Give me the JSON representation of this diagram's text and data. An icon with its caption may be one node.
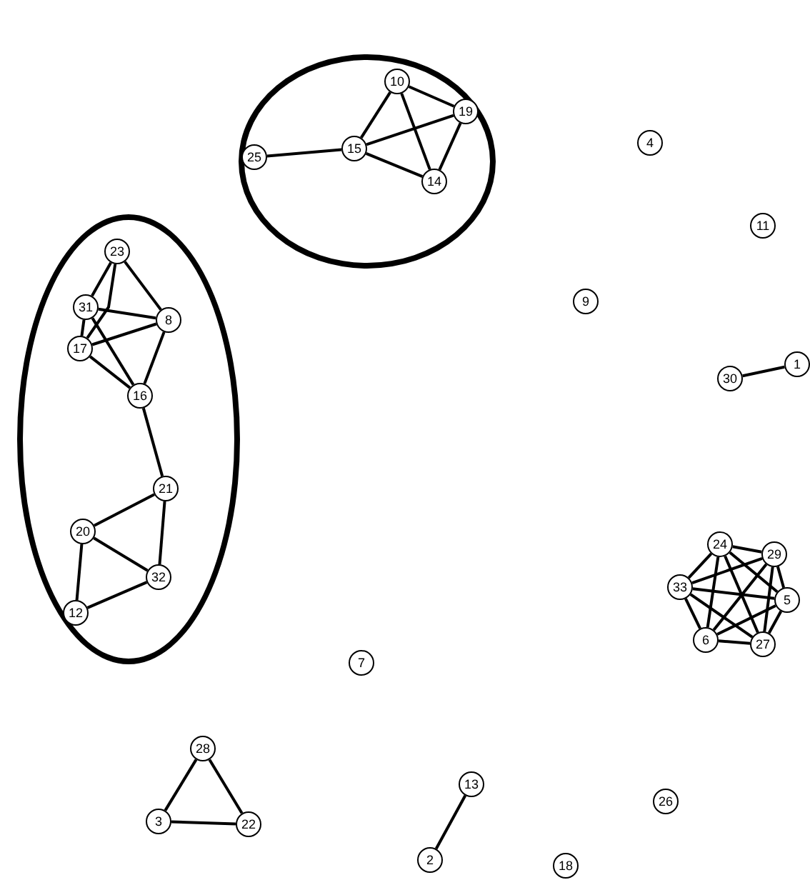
{
  "diagram": {
    "nodes": [
      {
        "text": [],
        "shape": "ellipse"
      },
      {
        "text": [
          "10"
        ],
        "in": 0
      },
      {
        "text": [
          "19"
        ],
        "in": 0
      },
      {
        "text": [
          "25"
        ],
        "in": 0
      },
      {
        "text": [
          "15"
        ],
        "in": 0
      },
      {
        "text": [
          "14"
        ],
        "in": 0
      },
      {
        "text": [
          "4"
        ]
      },
      {
        "text": [],
        "shape": "ellipse"
      },
      {
        "text": [
          "11"
        ]
      },
      {
        "text": [
          "23"
        ],
        "in": 7
      },
      {
        "text": [
          "9"
        ]
      },
      {
        "text": [
          "31"
        ],
        "in": 7
      },
      {
        "text": [
          "8"
        ],
        "in": 7
      },
      {
        "text": [
          "17"
        ],
        "in": 7
      },
      {
        "text": [
          "1"
        ]
      },
      {
        "text": [
          "30"
        ]
      },
      {
        "text": [
          "16"
        ],
        "in": 7
      },
      {
        "text": [
          "21"
        ],
        "in": 7
      },
      {
        "text": [
          "20"
        ],
        "in": 7
      },
      {
        "text": [
          "24"
        ]
      },
      {
        "text": [
          "29"
        ]
      },
      {
        "text": [
          "32"
        ],
        "in": 7
      },
      {
        "text": [
          "33"
        ]
      },
      {
        "text": [
          "5"
        ]
      },
      {
        "text": [
          "12"
        ],
        "in": 7
      },
      {
        "text": [
          "6"
        ]
      },
      {
        "text": [
          "27"
        ]
      },
      {
        "text": [
          "7"
        ]
      },
      {
        "text": [
          "28"
        ]
      },
      {
        "text": [
          "13"
        ]
      },
      {
        "text": [
          "26"
        ]
      },
      {
        "text": [
          "3"
        ]
      },
      {
        "text": [
          "22"
        ]
      },
      {
        "text": [
          "2"
        ]
      },
      {
        "text": [
          "18"
        ]
      }
    ],
    "edges": [
      {
        "from": 3,
        "to": 4,
        "arrow": "none"
      },
      {
        "from": 1,
        "to": 4,
        "arrow": "none"
      },
      {
        "from": 1,
        "to": 2,
        "arrow": "none"
      },
      {
        "from": 1,
        "to": 5,
        "arrow": "none"
      },
      {
        "from": 4,
        "to": 2,
        "arrow": "none"
      },
      {
        "from": 4,
        "to": 5,
        "arrow": "none"
      },
      {
        "from": 2,
        "to": 5,
        "arrow": "none"
      },
      {
        "from": 9,
        "to": 11,
        "arrow": "none"
      },
      {
        "from": 9,
        "to": 13,
        "arrow": "none"
      },
      {
        "from": 9,
        "to": 12,
        "arrow": "none"
      },
      {
        "from": 11,
        "to": 12,
        "arrow": "none"
      },
      {
        "from": 11,
        "to": 13,
        "arrow": "none"
      },
      {
        "from": 11,
        "to": 16,
        "arrow": "none"
      },
      {
        "from": 13,
        "to": 12,
        "arrow": "none"
      },
      {
        "from": 13,
        "to": 16,
        "arrow": "none"
      },
      {
        "from": 12,
        "to": 16,
        "arrow": "none"
      },
      {
        "from": 16,
        "to": 17,
        "arrow": "none"
      },
      {
        "from": 17,
        "to": 18,
        "arrow": "none"
      },
      {
        "from": 17,
        "to": 21,
        "arrow": "none"
      },
      {
        "from": 18,
        "to": 21,
        "arrow": "none"
      },
      {
        "from": 18,
        "to": 24,
        "arrow": "none"
      },
      {
        "from": 24,
        "to": 21,
        "arrow": "none"
      },
      {
        "from": 15,
        "to": 14,
        "arrow": "none"
      },
      {
        "from": 19,
        "to": 20,
        "arrow": "none"
      },
      {
        "from": 19,
        "to": 22,
        "arrow": "none"
      },
      {
        "from": 19,
        "to": 23,
        "arrow": "none"
      },
      {
        "from": 19,
        "to": 25,
        "arrow": "none"
      },
      {
        "from": 19,
        "to": 26,
        "arrow": "none"
      },
      {
        "from": 20,
        "to": 22,
        "arrow": "none"
      },
      {
        "from": 20,
        "to": 23,
        "arrow": "none"
      },
      {
        "from": 20,
        "to": 25,
        "arrow": "none"
      },
      {
        "from": 20,
        "to": 26,
        "arrow": "none"
      },
      {
        "from": 22,
        "to": 23,
        "arrow": "none"
      },
      {
        "from": 22,
        "to": 25,
        "arrow": "none"
      },
      {
        "from": 22,
        "to": 26,
        "arrow": "none"
      },
      {
        "from": 23,
        "to": 25,
        "arrow": "none"
      },
      {
        "from": 23,
        "to": 26,
        "arrow": "none"
      },
      {
        "from": 25,
        "to": 26,
        "arrow": "none"
      },
      {
        "from": 28,
        "to": 31,
        "arrow": "none"
      },
      {
        "from": 28,
        "to": 32,
        "arrow": "none"
      },
      {
        "from": 31,
        "to": 32,
        "arrow": "none"
      },
      {
        "from": 29,
        "to": 33,
        "arrow": "none"
      }
    ]
  }
}
